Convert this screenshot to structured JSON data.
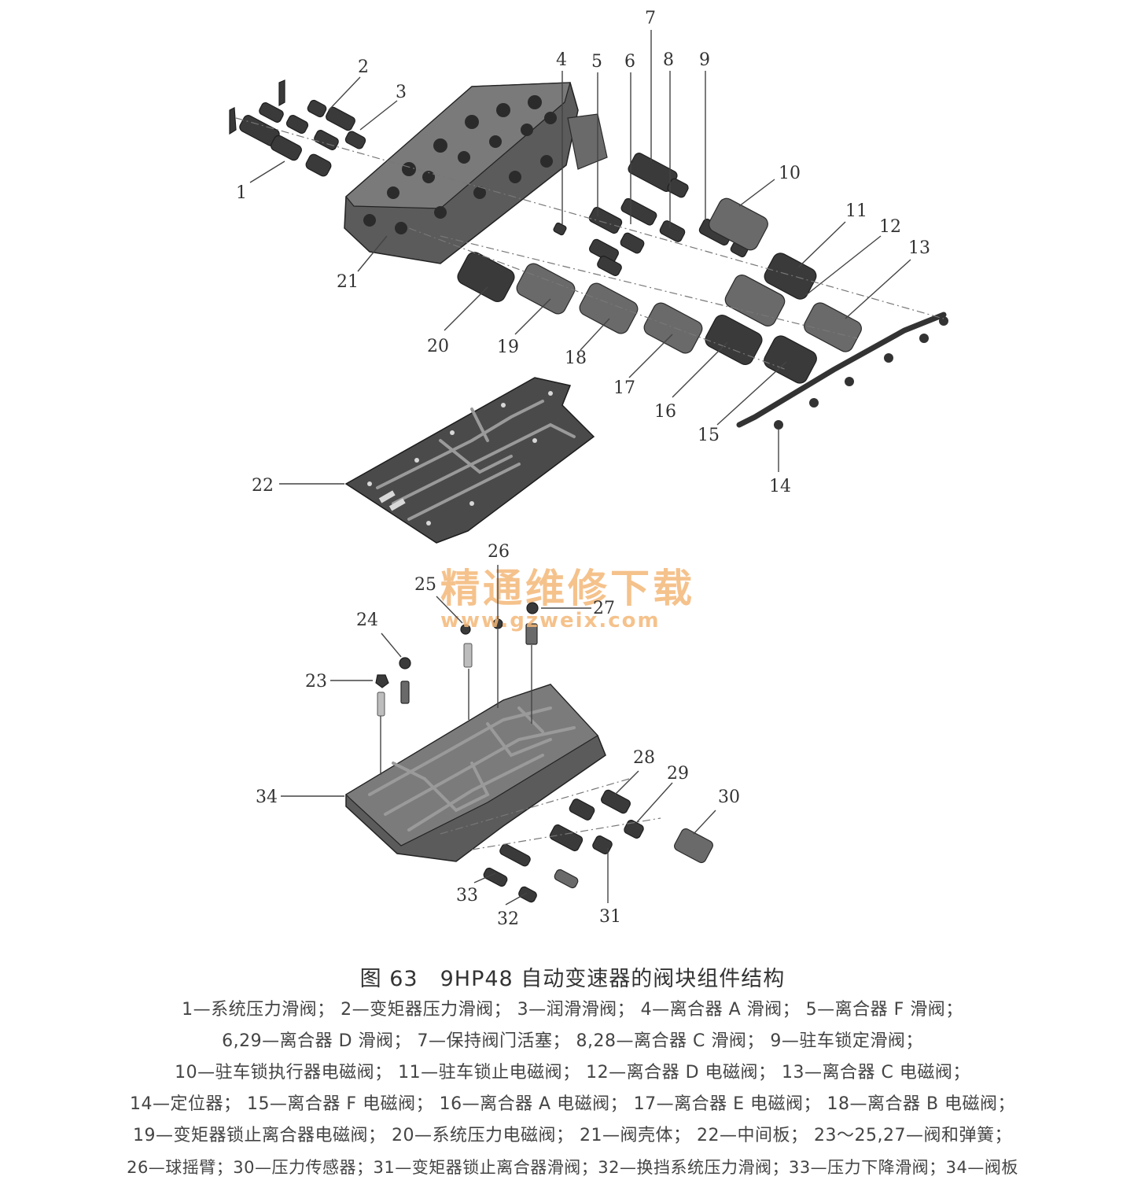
{
  "caption": {
    "title": "图 63　9HP48 自动变速器的阀块组件结构",
    "lines": [
      "1—系统压力滑阀；  2—变矩器压力滑阀；  3—润滑滑阀；  4—离合器 A 滑阀；  5—离合器 F 滑阀；",
      "6,29—离合器 D 滑阀；  7—保持阀门活塞；  8,28—离合器 C 滑阀；  9—驻车锁定滑阀；",
      "10—驻车锁执行器电磁阀；  11—驻车锁止电磁阀；  12—离合器 D 电磁阀；  13—离合器 C 电磁阀；",
      "14—定位器；  15—离合器 F 电磁阀；  16—离合器 A 电磁阀；  17—离合器 E 电磁阀；  18—离合器 B 电磁阀；",
      "19—变矩器锁止离合器电磁阀；  20—系统压力电磁阀；  21—阀壳体；  22—中间板；  23～25,27—阀和弹簧；",
      "26—球摇臂；30—压力传感器；31—变矩器锁止离合器滑阀；32—换挡系统压力滑阀；33—压力下降滑阀；34—阀板"
    ]
  },
  "watermark": {
    "text": "精通维修下载",
    "url": "www.gzweix.com"
  },
  "labels": {
    "l1": "1",
    "l2": "2",
    "l3": "3",
    "l4": "4",
    "l5": "5",
    "l6": "6",
    "l7": "7",
    "l8": "8",
    "l9": "9",
    "l10": "10",
    "l11": "11",
    "l12": "12",
    "l13": "13",
    "l14": "14",
    "l15": "15",
    "l16": "16",
    "l17": "17",
    "l18": "18",
    "l19": "19",
    "l20": "20",
    "l21": "21",
    "l22": "22",
    "l23": "23",
    "l24": "24",
    "l25": "25",
    "l26": "26",
    "l27": "27",
    "l28": "28",
    "l29": "29",
    "l30": "30",
    "l31": "31",
    "l32": "32",
    "l33": "33",
    "l34": "34"
  }
}
